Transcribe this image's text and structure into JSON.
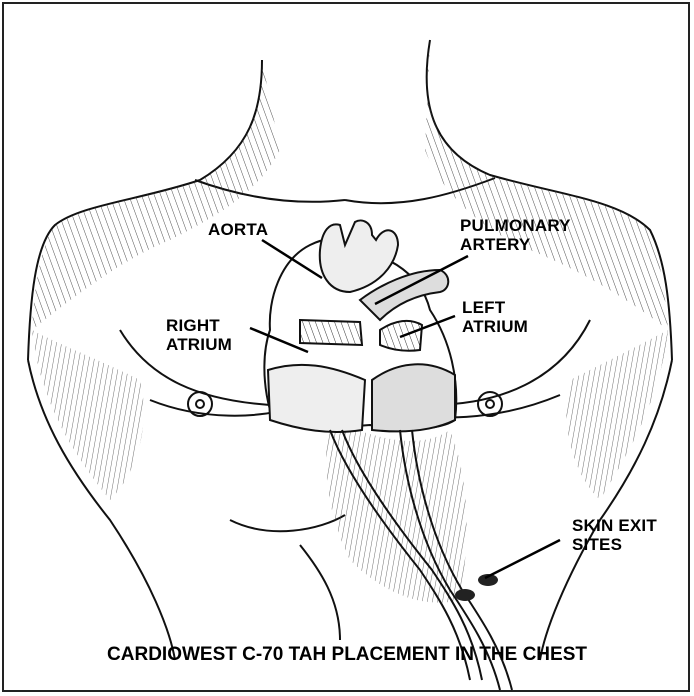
{
  "labels": {
    "aorta": "AORTA",
    "pulmonary_artery": [
      "PULMONARY",
      "ARTERY"
    ],
    "right_atrium": [
      "RIGHT",
      "ATRIUM"
    ],
    "left_atrium": [
      "LEFT",
      "ATRIUM"
    ],
    "skin_exit_sites": [
      "SKIN EXIT",
      "SITES"
    ]
  },
  "caption": "CARDIOWEST C-70 TAH PLACEMENT IN THE CHEST",
  "colors": {
    "ink": "#111111",
    "background": "#ffffff"
  }
}
